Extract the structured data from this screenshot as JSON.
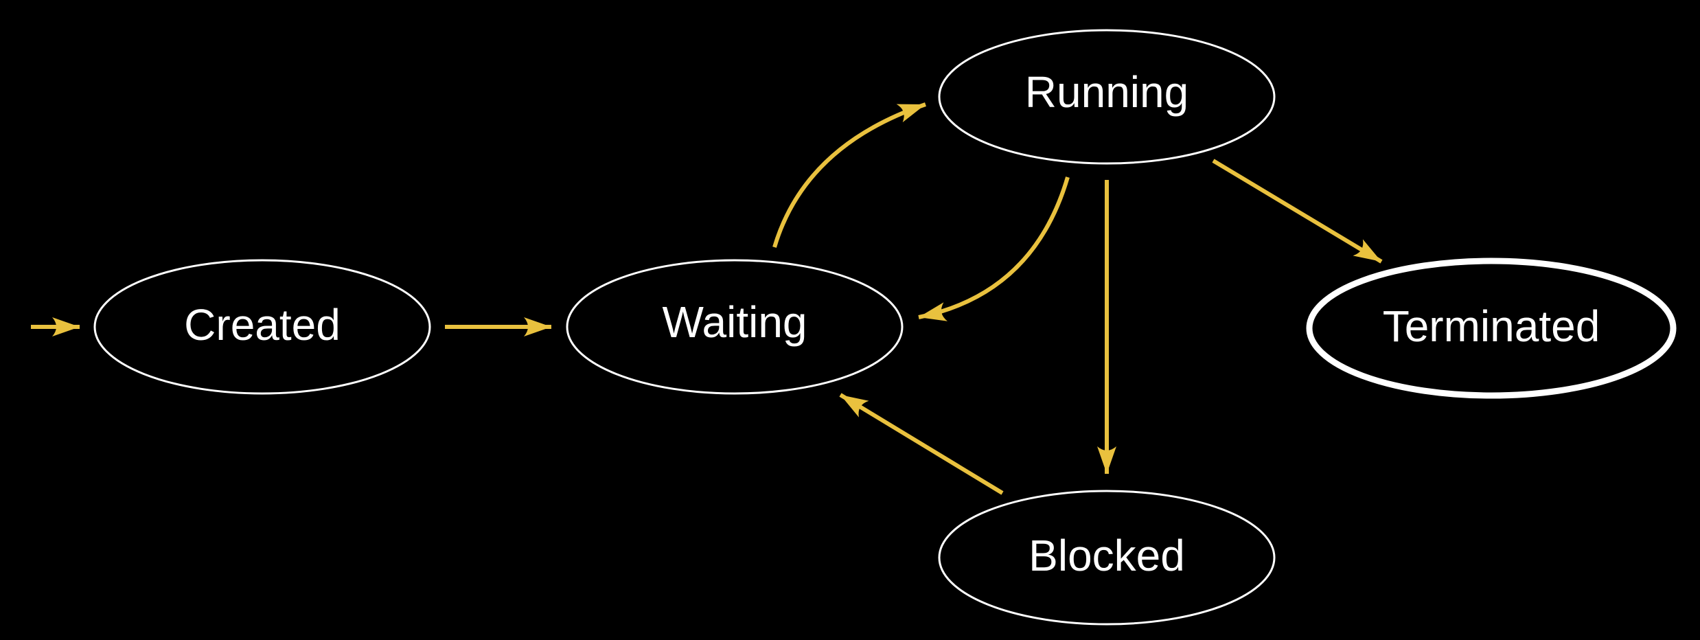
{
  "diagram": {
    "type": "state-machine",
    "colors": {
      "background": "#000000",
      "node_stroke": "#ffffff",
      "node_text": "#ffffff",
      "edge": "#e9c13e"
    },
    "states": {
      "created": {
        "label": "Created",
        "initial": true
      },
      "waiting": {
        "label": "Waiting"
      },
      "running": {
        "label": "Running"
      },
      "blocked": {
        "label": "Blocked"
      },
      "terminated": {
        "label": "Terminated",
        "final": true
      }
    },
    "transitions": [
      {
        "from": "start",
        "to": "created"
      },
      {
        "from": "created",
        "to": "waiting"
      },
      {
        "from": "waiting",
        "to": "running"
      },
      {
        "from": "running",
        "to": "waiting"
      },
      {
        "from": "running",
        "to": "blocked"
      },
      {
        "from": "blocked",
        "to": "waiting"
      },
      {
        "from": "running",
        "to": "terminated"
      }
    ]
  }
}
